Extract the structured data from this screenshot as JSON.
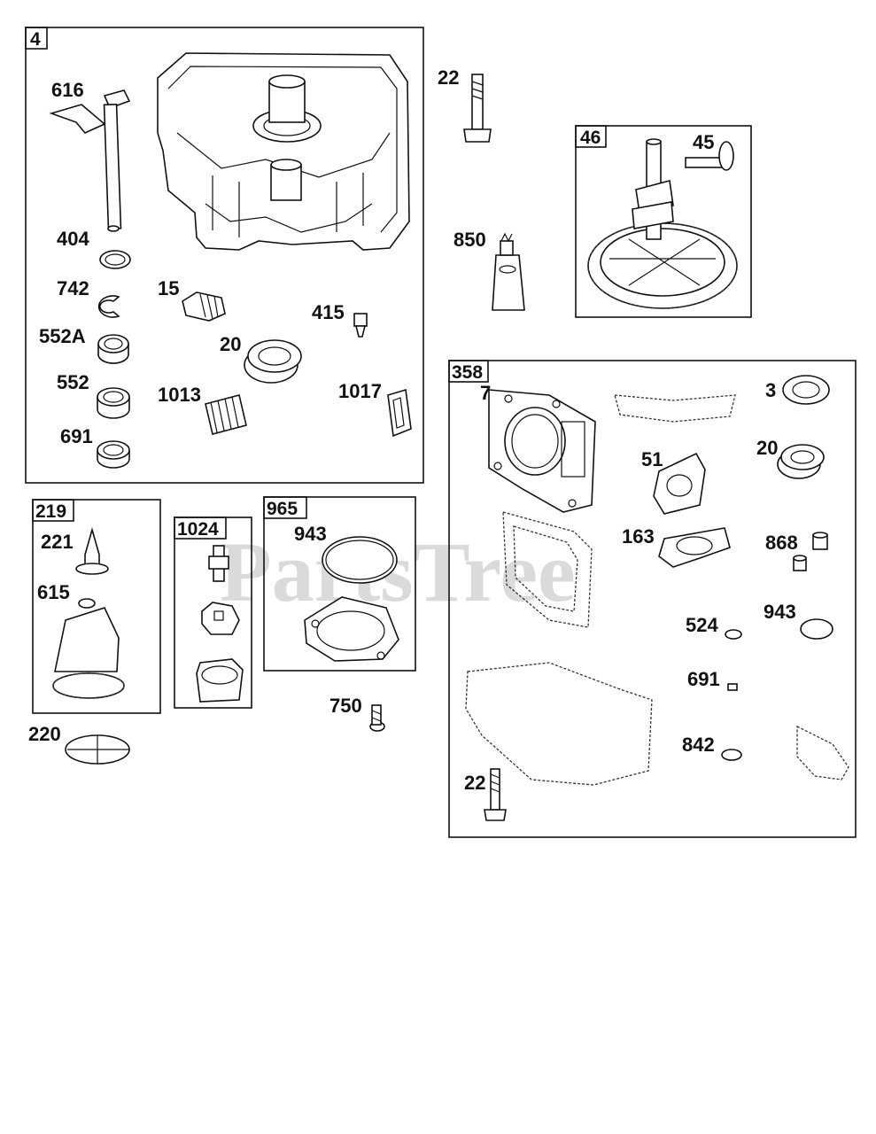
{
  "watermark": "PartsTree",
  "groups": [
    {
      "id": "4",
      "label": "4"
    },
    {
      "id": "46",
      "label": "46"
    },
    {
      "id": "358",
      "label": "358"
    },
    {
      "id": "219",
      "label": "219"
    },
    {
      "id": "1024",
      "label": "1024"
    },
    {
      "id": "965",
      "label": "965"
    }
  ],
  "callouts": [
    "616",
    "404",
    "742",
    "15",
    "552A",
    "552",
    "691",
    "415",
    "20",
    "1013",
    "1017",
    "22",
    "850",
    "45",
    "7",
    "3",
    "51",
    "20",
    "163",
    "868",
    "524",
    "943",
    "691",
    "842",
    "22",
    "221",
    "615",
    "220",
    "943",
    "750"
  ]
}
